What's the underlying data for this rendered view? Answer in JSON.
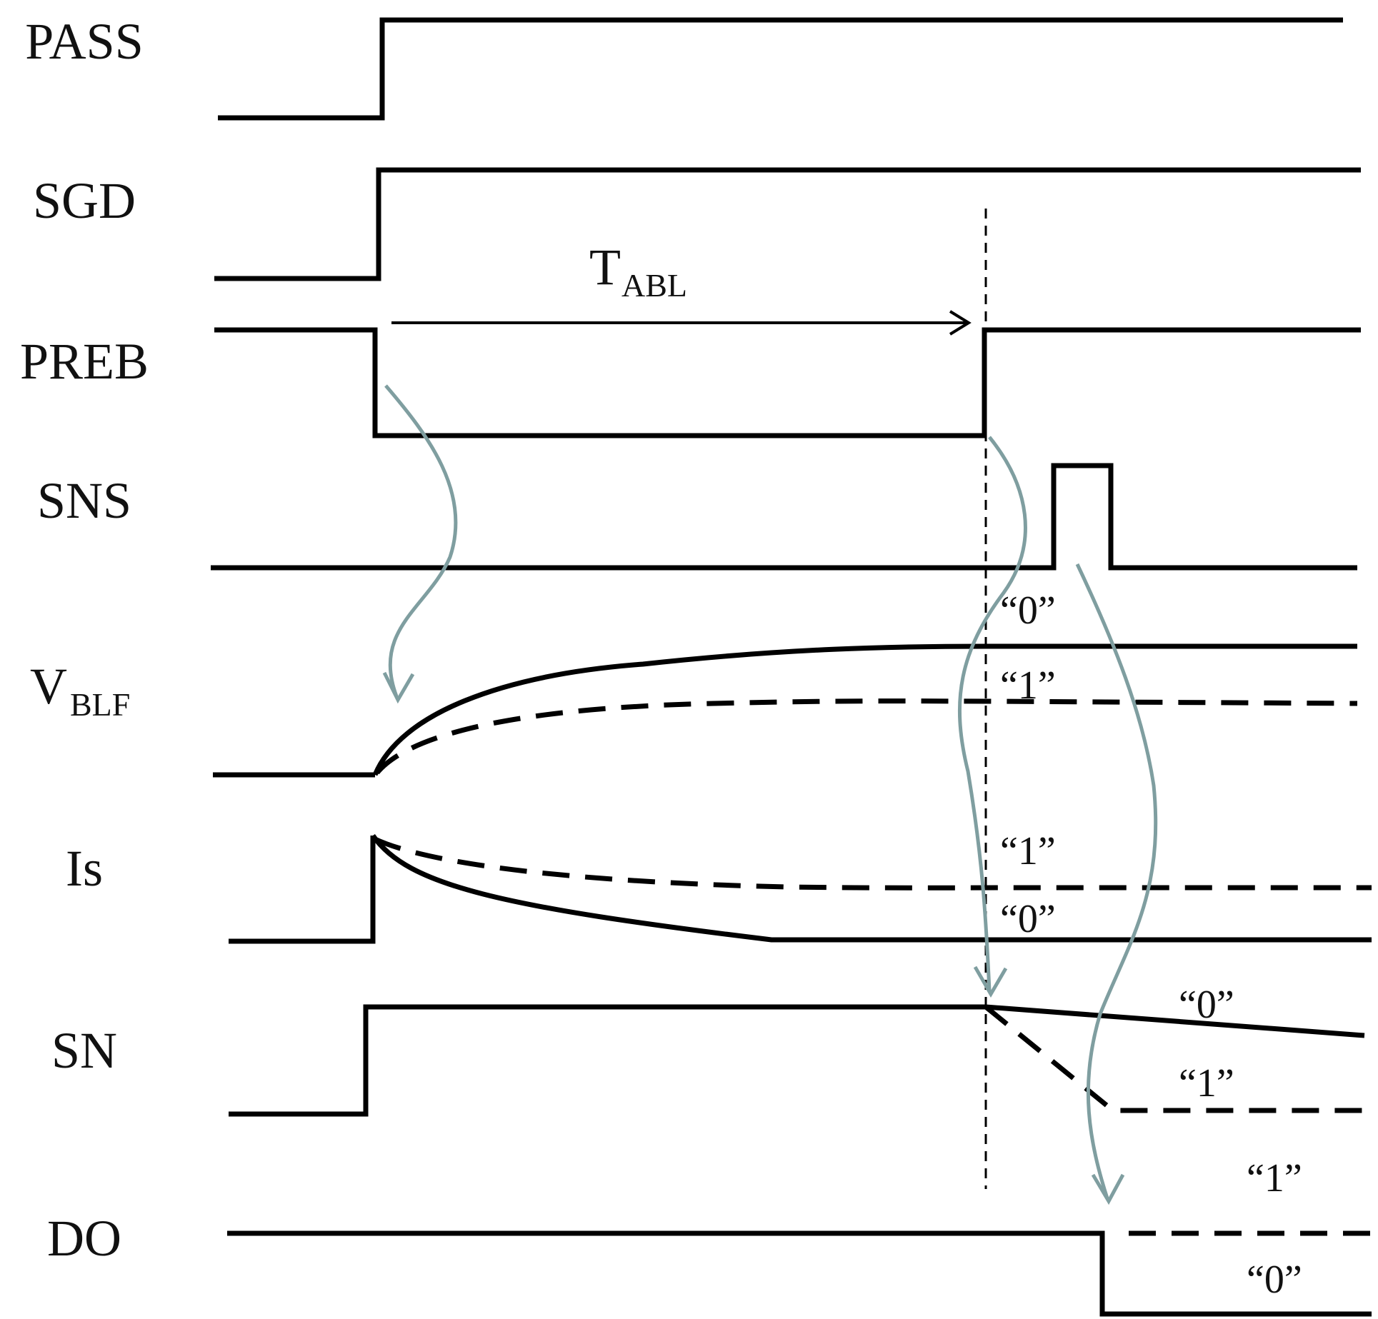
{
  "signals": {
    "pass": "PASS",
    "sgd": "SGD",
    "preb": "PREB",
    "sns": "SNS",
    "vblf_main": "V",
    "vblf_sub": "BLF",
    "is": "Is",
    "sn": "SN",
    "do": "DO"
  },
  "timing": {
    "tabl_main": "T",
    "tabl_sub": "ABL"
  },
  "states": {
    "vblf_0": "“0”",
    "vblf_1": "“1”",
    "is_1": "“1”",
    "is_0": "“0”",
    "sn_0": "“0”",
    "sn_1": "“1”",
    "do_1": "“1”",
    "do_0": "“0”"
  },
  "colors": {
    "waveform": "#000000",
    "flow_arrow": "#7f9ea0"
  }
}
